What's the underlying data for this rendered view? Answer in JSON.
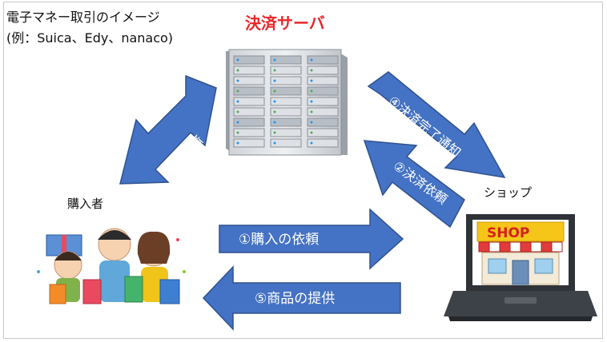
{
  "title": {
    "line1": "電子マネー取引のイメージ",
    "line2": "(例：Suica、Edy、nanaco)"
  },
  "server": {
    "label": "決済サーバ"
  },
  "buyer": {
    "label": "購入者"
  },
  "shop": {
    "label": "ショップ",
    "sign": "SHOP"
  },
  "arrows": [
    {
      "id": "1",
      "label": "①購入の依頼"
    },
    {
      "id": "2",
      "label": "②決済依頼"
    },
    {
      "id": "3",
      "label": "③決済"
    },
    {
      "id": "4",
      "label": "④決済完了通知"
    },
    {
      "id": "5",
      "label": "⑤商品の提供"
    }
  ],
  "colors": {
    "arrow_fill": "#4472C4",
    "arrow_stroke": "#2F528F",
    "server_title": "#E8272A",
    "text": "#111111"
  }
}
